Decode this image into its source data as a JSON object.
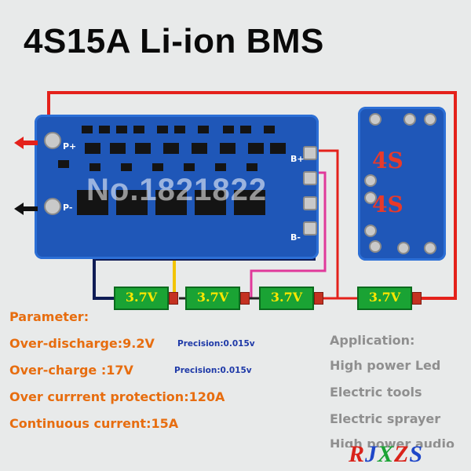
{
  "title": "4S15A Li-ion BMS",
  "board": {
    "b_plus": "B+",
    "b_minus": "B-",
    "p_plus": "P+",
    "p_minus": "P-",
    "side_labels": [
      "4S",
      "4S"
    ]
  },
  "watermark": "No.1821822",
  "cells": [
    "3.7V",
    "3.7V",
    "3.7V",
    "3.7V"
  ],
  "parameters": {
    "heading": "Parameter:",
    "over_discharge": "Over-discharge:9.2V",
    "over_charge": "Over-charge :17V",
    "over_current": "Over currrent protection:120A",
    "continuous": "Continuous current:15A",
    "precision_1": "Precision:0.015v",
    "precision_2": "Precision:0.015v"
  },
  "application": {
    "heading": "Application:",
    "items": [
      "High power Led",
      "Electric tools",
      "Electric sprayer",
      "High power audio"
    ]
  },
  "logo": {
    "letters": [
      "R",
      "J",
      "X",
      "Z",
      "S"
    ],
    "colors": [
      "#d9231b",
      "#1e46c8",
      "#1aa334",
      "#d9231b",
      "#1e46c8"
    ]
  },
  "colors": {
    "board": "#1f57b8",
    "wire_red": "#e4211b",
    "wire_yellow": "#f2c400",
    "wire_pink": "#e0399b",
    "wire_dark": "#0f1c55",
    "cell_green": "#1aa334",
    "params_orange": "#e76d0f",
    "precision_blue": "#1f3aa8",
    "application_gray": "#8f8f8f"
  },
  "icons": [
    "arrow-left-red-icon",
    "arrow-left-black-icon"
  ]
}
